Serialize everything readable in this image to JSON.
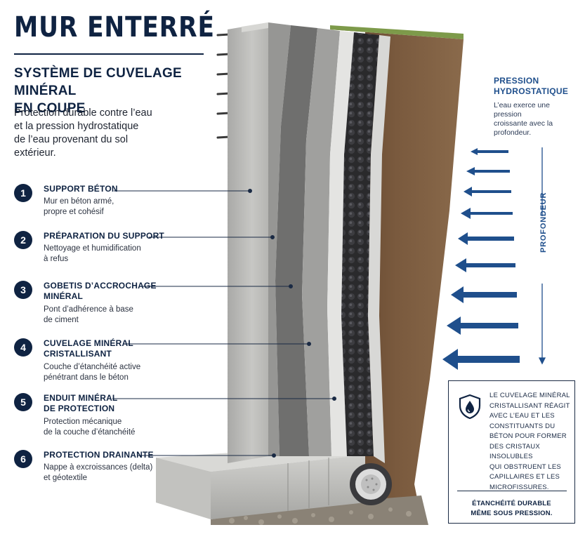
{
  "header": {
    "title": "MUR ENTERRÉ",
    "subtitle_lines": [
      "SYSTÈME DE CUVELAGE MINÉRAL",
      "EN COUPE"
    ],
    "intro_lines": [
      "Protection durable contre l’eau",
      "et la pression hydrostatique",
      "de l’eau provenant du sol",
      "extérieur."
    ]
  },
  "layers": [
    {
      "number": "1",
      "title_lines": [
        "SUPPORT BÉTON"
      ],
      "desc_lines": [
        "Mur en béton armé,",
        "propre et cohésif"
      ]
    },
    {
      "number": "2",
      "title_lines": [
        "PRÉPARATION DU SUPPORT"
      ],
      "desc_lines": [
        "Nettoyage et humidification",
        "à refus"
      ]
    },
    {
      "number": "3",
      "title_lines": [
        "GOBETIS D’ACCROCHAGE",
        "MINÉRAL"
      ],
      "desc_lines": [
        "Pont d’adhérence à base",
        "de ciment"
      ]
    },
    {
      "number": "4",
      "title_lines": [
        "CUVELAGE MINÉRAL",
        "CRISTALLISANT"
      ],
      "desc_lines": [
        "Couche d’étanchéité active",
        "pénétrant dans le béton"
      ]
    },
    {
      "number": "5",
      "title_lines": [
        "ENDUIT MINÉRAL",
        "DE PROTECTION"
      ],
      "desc_lines": [
        "Protection mécanique",
        "de la couche d’étanchéité"
      ]
    },
    {
      "number": "6",
      "title_lines": [
        "PROTECTION DRAINANTE"
      ],
      "desc_lines": [
        "Nappe à excroissances (delta)",
        "et géotextile"
      ]
    }
  ],
  "pressure": {
    "title_lines": [
      "PRESSION",
      "HYDROSTATIQUE"
    ],
    "desc_lines": [
      "L’eau exerce une pression",
      "croissante avec la",
      "profondeur."
    ],
    "depth_label": "PROFONDEUR"
  },
  "info_box": {
    "icon": "water-drop-shield-icon",
    "text_lines": [
      "LE CUVELAGE MINÉRAL",
      "CRISTALLISANT RÉAGIT",
      "AVEC L’EAU ET LES",
      "CONSTITUANTS DU",
      "BÉTON POUR FORMER",
      "DES CRISTAUX INSOLUBLES",
      "QUI OBSTRUENT LES",
      "CAPILLAIRES ET LES",
      "MICROFISSURES."
    ],
    "footer_lines": [
      "ÉTANCHÉITÉ DURABLE",
      "MÊME SOUS PRESSION."
    ]
  },
  "colors": {
    "navy": "#0f2342",
    "accent_blue": "#1f4f8c",
    "concrete": "#b8b8b6",
    "soil": "#6e5037"
  }
}
